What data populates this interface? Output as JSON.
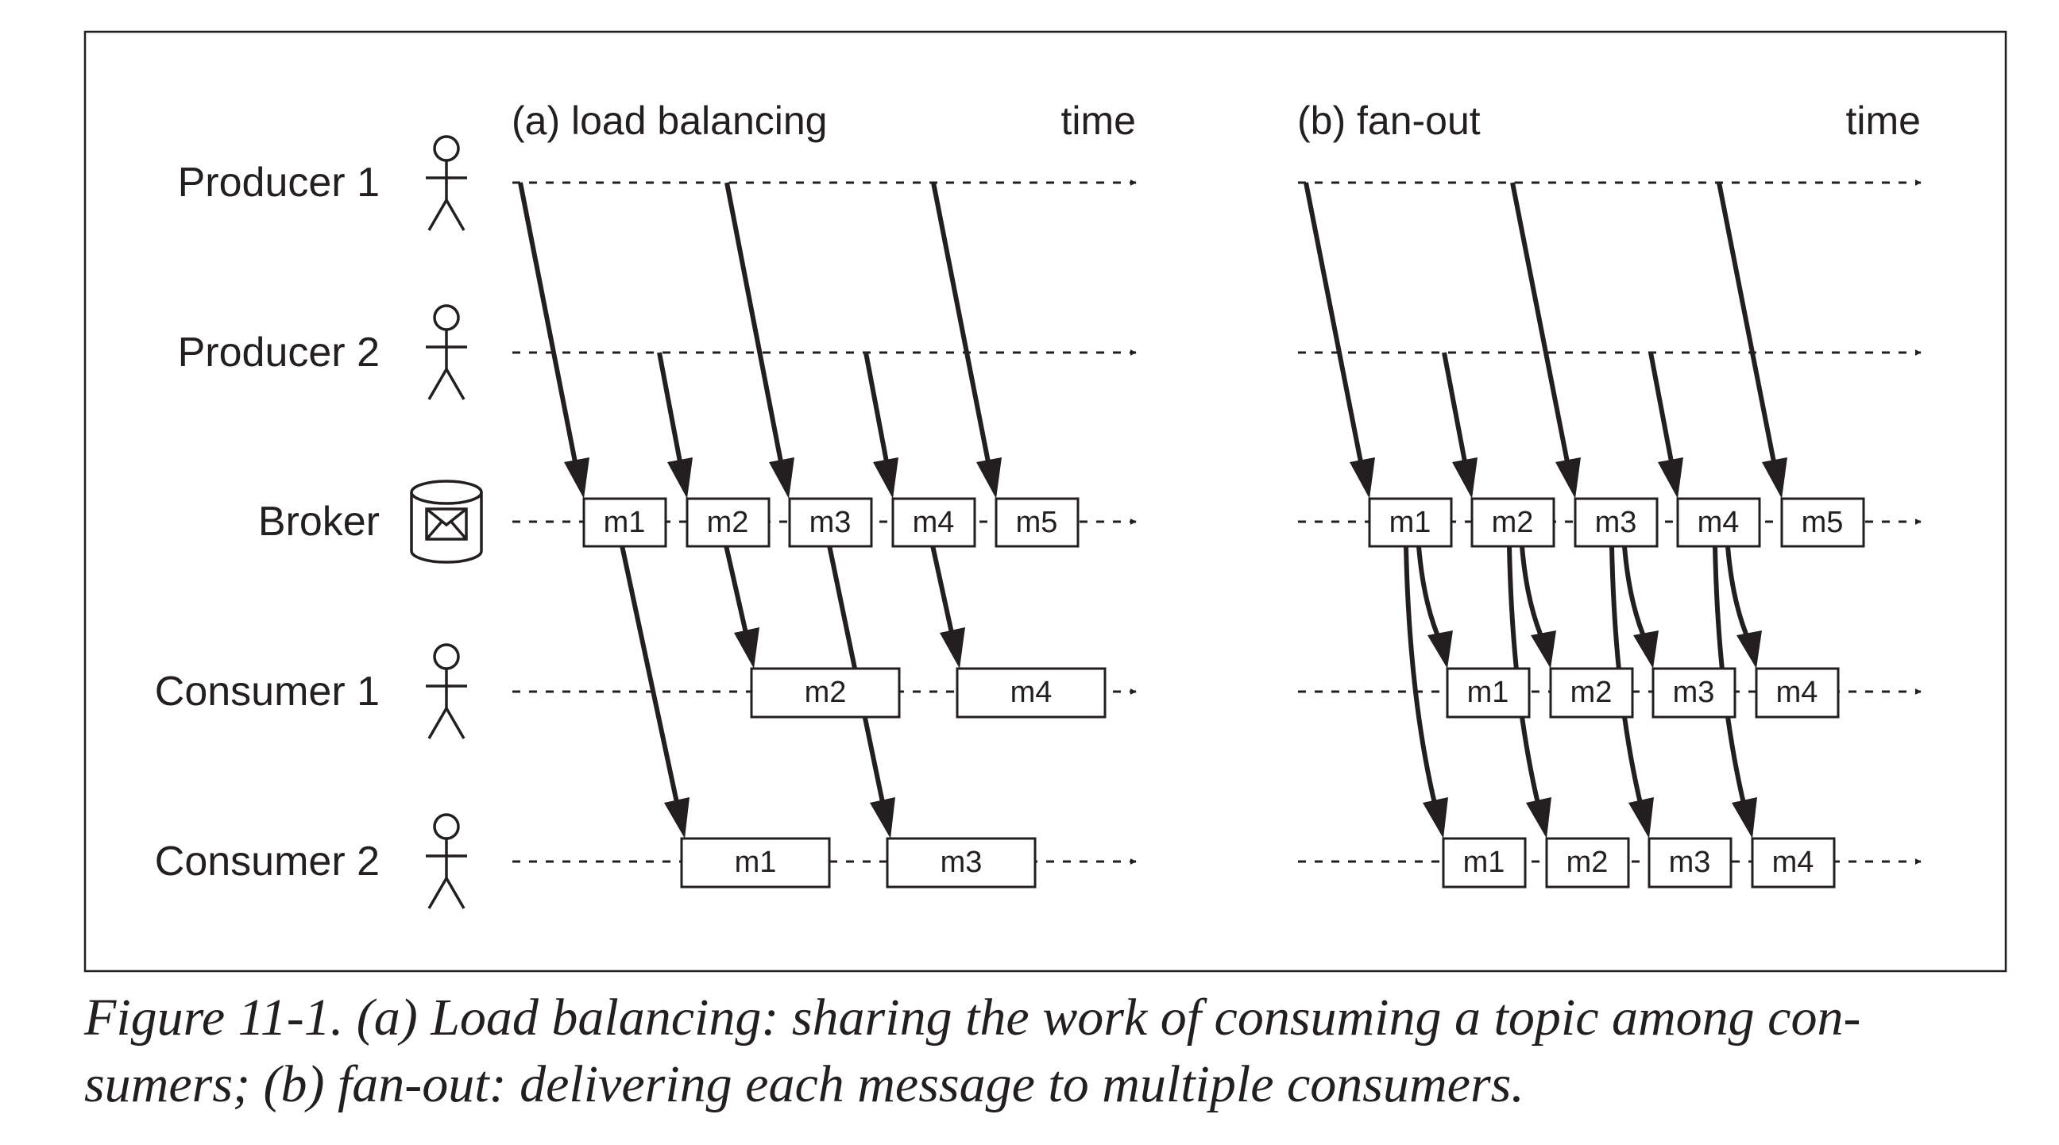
{
  "panels": [
    {
      "title": "(a) load balancing",
      "time_label": "time",
      "broker_messages": [
        "m1",
        "m2",
        "m3",
        "m4",
        "m5"
      ],
      "consumer1_messages": [
        "m2",
        "m4"
      ],
      "consumer2_messages": [
        "m1",
        "m3"
      ]
    },
    {
      "title": "(b) fan-out",
      "time_label": "time",
      "broker_messages": [
        "m1",
        "m2",
        "m3",
        "m4",
        "m5"
      ],
      "consumer1_messages": [
        "m1",
        "m2",
        "m3",
        "m4"
      ],
      "consumer2_messages": [
        "m1",
        "m2",
        "m3",
        "m4"
      ]
    }
  ],
  "actors": [
    "Producer 1",
    "Producer 2",
    "Broker",
    "Consumer 1",
    "Consumer 2"
  ],
  "icons": {
    "producer": "person-icon",
    "broker": "message-queue-icon",
    "consumer": "person-icon"
  },
  "caption": {
    "line1": "Figure 11-1. (a) Load balancing: sharing the work of consuming a topic among con-",
    "line2": "sumers; (b) fan-out: delivering each message to multiple consumers."
  }
}
